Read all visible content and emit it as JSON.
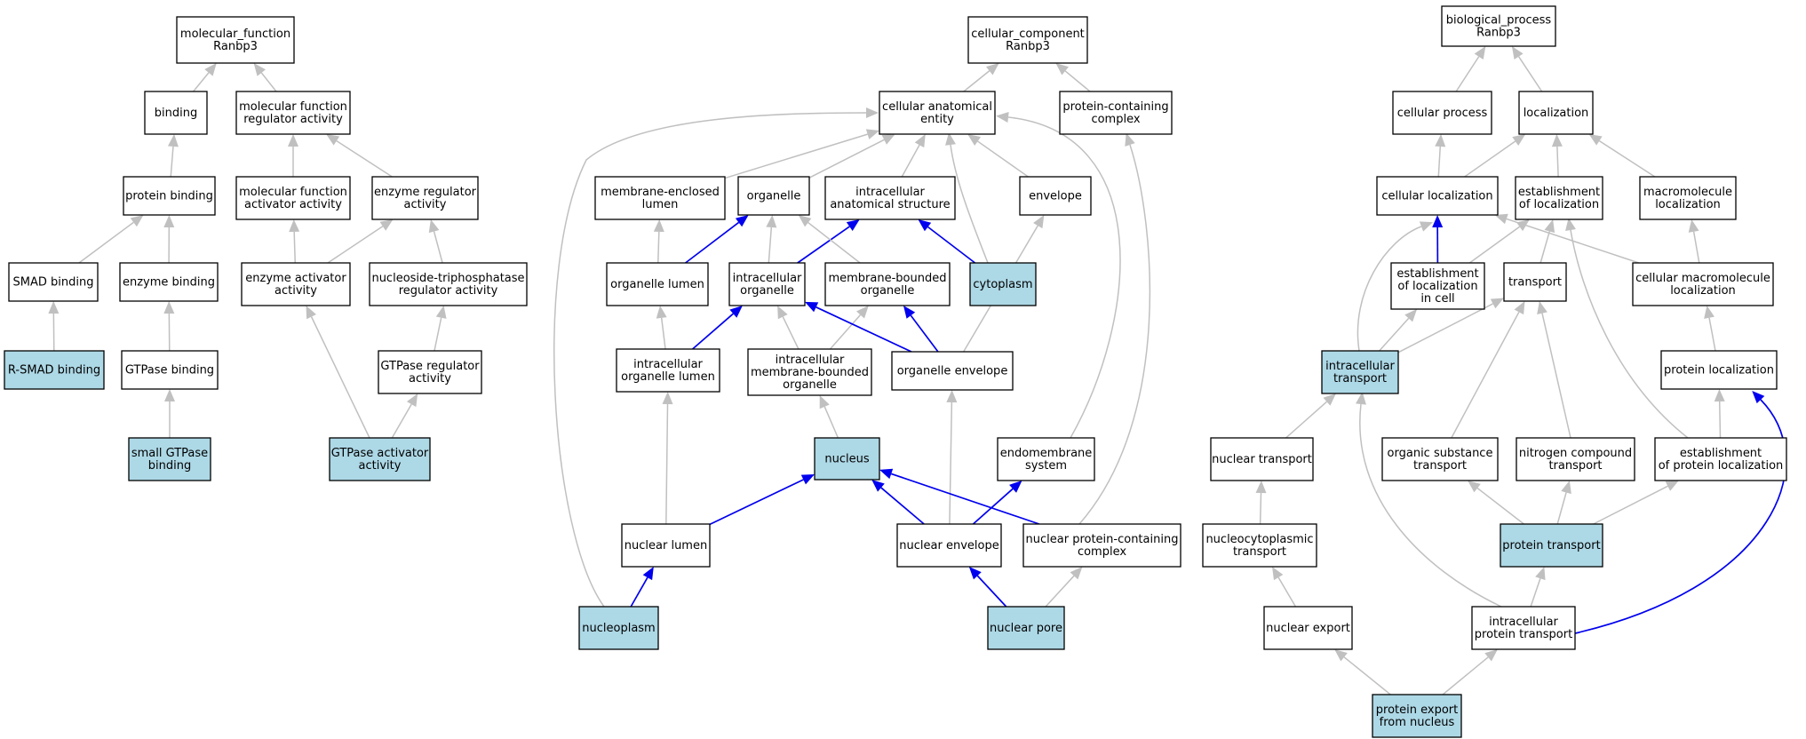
{
  "colors": {
    "highlight_fill": "#add8e6",
    "normal_fill": "#ffffff",
    "border": "#000000",
    "edge_grey": "#c0c0c0",
    "edge_blue": "#0000ee"
  },
  "nodes": [
    {
      "id": "mf_root",
      "lines": [
        "molecular_function",
        "Ranbp3"
      ],
      "highlight": false
    },
    {
      "id": "binding",
      "lines": [
        "binding"
      ],
      "highlight": false
    },
    {
      "id": "mf_reg",
      "lines": [
        "molecular function",
        "regulator activity"
      ],
      "highlight": false
    },
    {
      "id": "protein_binding",
      "lines": [
        "protein binding"
      ],
      "highlight": false
    },
    {
      "id": "mf_act",
      "lines": [
        "molecular function",
        "activator activity"
      ],
      "highlight": false
    },
    {
      "id": "enzyme_reg",
      "lines": [
        "enzyme regulator",
        "activity"
      ],
      "highlight": false
    },
    {
      "id": "smad_binding",
      "lines": [
        "SMAD binding"
      ],
      "highlight": false
    },
    {
      "id": "enzyme_binding",
      "lines": [
        "enzyme binding"
      ],
      "highlight": false
    },
    {
      "id": "enzyme_act",
      "lines": [
        "enzyme activator",
        "activity"
      ],
      "highlight": false
    },
    {
      "id": "ntpase_reg",
      "lines": [
        "nucleoside-triphosphatase",
        "regulator activity"
      ],
      "highlight": false
    },
    {
      "id": "rsmad",
      "lines": [
        "R-SMAD binding"
      ],
      "highlight": true
    },
    {
      "id": "gtpase_binding",
      "lines": [
        "GTPase binding"
      ],
      "highlight": false
    },
    {
      "id": "gtpase_reg",
      "lines": [
        "GTPase regulator",
        "activity"
      ],
      "highlight": false
    },
    {
      "id": "small_gtpase",
      "lines": [
        "small GTPase",
        "binding"
      ],
      "highlight": true
    },
    {
      "id": "gtpase_act",
      "lines": [
        "GTPase activator",
        "activity"
      ],
      "highlight": true
    },
    {
      "id": "cc_root",
      "lines": [
        "cellular_component",
        "Ranbp3"
      ],
      "highlight": false
    },
    {
      "id": "cae",
      "lines": [
        "cellular anatomical",
        "entity"
      ],
      "highlight": false
    },
    {
      "id": "pcc",
      "lines": [
        "protein-containing",
        "complex"
      ],
      "highlight": false
    },
    {
      "id": "mel",
      "lines": [
        "membrane-enclosed",
        "lumen"
      ],
      "highlight": false
    },
    {
      "id": "organelle",
      "lines": [
        "organelle"
      ],
      "highlight": false
    },
    {
      "id": "ias",
      "lines": [
        "intracellular",
        "anatomical structure"
      ],
      "highlight": false
    },
    {
      "id": "envelope",
      "lines": [
        "envelope"
      ],
      "highlight": false
    },
    {
      "id": "org_lumen",
      "lines": [
        "organelle lumen"
      ],
      "highlight": false
    },
    {
      "id": "ic_org",
      "lines": [
        "intracellular",
        "organelle"
      ],
      "highlight": false
    },
    {
      "id": "mbo",
      "lines": [
        "membrane-bounded",
        "organelle"
      ],
      "highlight": false
    },
    {
      "id": "cytoplasm",
      "lines": [
        "cytoplasm"
      ],
      "highlight": true
    },
    {
      "id": "ic_org_lumen",
      "lines": [
        "intracellular",
        "organelle lumen"
      ],
      "highlight": false
    },
    {
      "id": "imbo",
      "lines": [
        "intracellular",
        "membrane-bounded",
        "organelle"
      ],
      "highlight": false
    },
    {
      "id": "org_env",
      "lines": [
        "organelle envelope"
      ],
      "highlight": false
    },
    {
      "id": "nucleus",
      "lines": [
        "nucleus"
      ],
      "highlight": true
    },
    {
      "id": "endomem",
      "lines": [
        "endomembrane",
        "system"
      ],
      "highlight": false
    },
    {
      "id": "nuc_lumen",
      "lines": [
        "nuclear lumen"
      ],
      "highlight": false
    },
    {
      "id": "nuc_env",
      "lines": [
        "nuclear envelope"
      ],
      "highlight": false
    },
    {
      "id": "npcc",
      "lines": [
        "nuclear protein-containing",
        "complex"
      ],
      "highlight": false
    },
    {
      "id": "nucleoplasm",
      "lines": [
        "nucleoplasm"
      ],
      "highlight": true
    },
    {
      "id": "nuc_pore",
      "lines": [
        "nuclear pore"
      ],
      "highlight": true
    },
    {
      "id": "bp_root",
      "lines": [
        "biological_process",
        "Ranbp3"
      ],
      "highlight": false
    },
    {
      "id": "cell_proc",
      "lines": [
        "cellular process"
      ],
      "highlight": false
    },
    {
      "id": "localization",
      "lines": [
        "localization"
      ],
      "highlight": false
    },
    {
      "id": "cell_loc",
      "lines": [
        "cellular localization"
      ],
      "highlight": false
    },
    {
      "id": "est_loc",
      "lines": [
        "establishment",
        "of localization"
      ],
      "highlight": false
    },
    {
      "id": "macro_loc",
      "lines": [
        "macromolecule",
        "localization"
      ],
      "highlight": false
    },
    {
      "id": "est_loc_cell",
      "lines": [
        "establishment",
        "of localization",
        "in cell"
      ],
      "highlight": false
    },
    {
      "id": "transport",
      "lines": [
        "transport"
      ],
      "highlight": false
    },
    {
      "id": "cmacro_loc",
      "lines": [
        "cellular macromolecule",
        "localization"
      ],
      "highlight": false
    },
    {
      "id": "ic_transport",
      "lines": [
        "intracellular",
        "transport"
      ],
      "highlight": true
    },
    {
      "id": "prot_loc",
      "lines": [
        "protein localization"
      ],
      "highlight": false
    },
    {
      "id": "nuc_transport",
      "lines": [
        "nuclear transport"
      ],
      "highlight": false
    },
    {
      "id": "org_sub",
      "lines": [
        "organic substance",
        "transport"
      ],
      "highlight": false
    },
    {
      "id": "nitro",
      "lines": [
        "nitrogen compound",
        "transport"
      ],
      "highlight": false
    },
    {
      "id": "est_prot_loc",
      "lines": [
        "establishment",
        "of protein localization"
      ],
      "highlight": false
    },
    {
      "id": "nucleocyto",
      "lines": [
        "nucleocytoplasmic",
        "transport"
      ],
      "highlight": false
    },
    {
      "id": "prot_transport",
      "lines": [
        "protein transport"
      ],
      "highlight": true
    },
    {
      "id": "nuc_export",
      "lines": [
        "nuclear export"
      ],
      "highlight": false
    },
    {
      "id": "ic_prot_transport",
      "lines": [
        "intracellular",
        "protein transport"
      ],
      "highlight": false
    },
    {
      "id": "prot_export",
      "lines": [
        "protein export",
        "from nucleus"
      ],
      "highlight": true
    }
  ],
  "edges": [
    {
      "from": "binding",
      "to": "mf_root",
      "blue": false
    },
    {
      "from": "mf_reg",
      "to": "mf_root",
      "blue": false
    },
    {
      "from": "protein_binding",
      "to": "binding",
      "blue": false
    },
    {
      "from": "mf_act",
      "to": "mf_reg",
      "blue": false
    },
    {
      "from": "enzyme_reg",
      "to": "mf_reg",
      "blue": false
    },
    {
      "from": "smad_binding",
      "to": "protein_binding",
      "blue": false
    },
    {
      "from": "enzyme_binding",
      "to": "protein_binding",
      "blue": false
    },
    {
      "from": "enzyme_act",
      "to": "mf_act",
      "blue": false
    },
    {
      "from": "enzyme_act",
      "to": "enzyme_reg",
      "blue": false
    },
    {
      "from": "ntpase_reg",
      "to": "enzyme_reg",
      "blue": false
    },
    {
      "from": "rsmad",
      "to": "smad_binding",
      "blue": false
    },
    {
      "from": "gtpase_binding",
      "to": "enzyme_binding",
      "blue": false
    },
    {
      "from": "gtpase_reg",
      "to": "ntpase_reg",
      "blue": false
    },
    {
      "from": "small_gtpase",
      "to": "gtpase_binding",
      "blue": false
    },
    {
      "from": "gtpase_act",
      "to": "enzyme_act",
      "blue": false
    },
    {
      "from": "gtpase_act",
      "to": "gtpase_reg",
      "blue": false
    },
    {
      "from": "cae",
      "to": "cc_root",
      "blue": false
    },
    {
      "from": "pcc",
      "to": "cc_root",
      "blue": false
    },
    {
      "from": "mel",
      "to": "cae",
      "blue": false
    },
    {
      "from": "organelle",
      "to": "cae",
      "blue": false
    },
    {
      "from": "ias",
      "to": "cae",
      "blue": false
    },
    {
      "from": "envelope",
      "to": "cae",
      "blue": false
    },
    {
      "from": "cytoplasm",
      "to": "cae",
      "blue": false
    },
    {
      "from": "nucleoplasm",
      "to": "cae",
      "blue": false
    },
    {
      "from": "endomem",
      "to": "cae",
      "blue": false
    },
    {
      "from": "org_lumen",
      "to": "mel",
      "blue": false
    },
    {
      "from": "org_lumen",
      "to": "organelle",
      "blue": true
    },
    {
      "from": "ic_org",
      "to": "organelle",
      "blue": false
    },
    {
      "from": "ic_org",
      "to": "ias",
      "blue": true
    },
    {
      "from": "mbo",
      "to": "organelle",
      "blue": false
    },
    {
      "from": "cytoplasm",
      "to": "ias",
      "blue": true
    },
    {
      "from": "ic_org_lumen",
      "to": "org_lumen",
      "blue": false
    },
    {
      "from": "ic_org_lumen",
      "to": "ic_org",
      "blue": true
    },
    {
      "from": "imbo",
      "to": "ic_org",
      "blue": false
    },
    {
      "from": "imbo",
      "to": "mbo",
      "blue": false
    },
    {
      "from": "org_env",
      "to": "ic_org",
      "blue": true
    },
    {
      "from": "org_env",
      "to": "mbo",
      "blue": true
    },
    {
      "from": "org_env",
      "to": "envelope",
      "blue": false
    },
    {
      "from": "nucleus",
      "to": "imbo",
      "blue": false
    },
    {
      "from": "nuc_lumen",
      "to": "ic_org_lumen",
      "blue": false
    },
    {
      "from": "nuc_lumen",
      "to": "nucleus",
      "blue": true
    },
    {
      "from": "nuc_env",
      "to": "org_env",
      "blue": false
    },
    {
      "from": "nuc_env",
      "to": "nucleus",
      "blue": true
    },
    {
      "from": "nuc_env",
      "to": "endomem",
      "blue": true
    },
    {
      "from": "npcc",
      "to": "nucleus",
      "blue": true
    },
    {
      "from": "npcc",
      "to": "pcc",
      "blue": false
    },
    {
      "from": "nucleoplasm",
      "to": "nuc_lumen",
      "blue": true
    },
    {
      "from": "nuc_pore",
      "to": "nuc_env",
      "blue": true
    },
    {
      "from": "nuc_pore",
      "to": "npcc",
      "blue": false
    },
    {
      "from": "cell_proc",
      "to": "bp_root",
      "blue": false
    },
    {
      "from": "localization",
      "to": "bp_root",
      "blue": false
    },
    {
      "from": "cell_loc",
      "to": "cell_proc",
      "blue": false
    },
    {
      "from": "cell_loc",
      "to": "localization",
      "blue": false
    },
    {
      "from": "est_loc",
      "to": "localization",
      "blue": false
    },
    {
      "from": "macro_loc",
      "to": "localization",
      "blue": false
    },
    {
      "from": "est_loc_cell",
      "to": "cell_loc",
      "blue": true
    },
    {
      "from": "est_loc_cell",
      "to": "est_loc",
      "blue": false
    },
    {
      "from": "transport",
      "to": "est_loc",
      "blue": false
    },
    {
      "from": "cmacro_loc",
      "to": "cell_loc",
      "blue": false
    },
    {
      "from": "cmacro_loc",
      "to": "macro_loc",
      "blue": false
    },
    {
      "from": "ic_transport",
      "to": "cell_loc",
      "blue": false
    },
    {
      "from": "ic_transport",
      "to": "est_loc_cell",
      "blue": false
    },
    {
      "from": "ic_transport",
      "to": "transport",
      "blue": false
    },
    {
      "from": "prot_loc",
      "to": "cmacro_loc",
      "blue": false
    },
    {
      "from": "nuc_transport",
      "to": "ic_transport",
      "blue": false
    },
    {
      "from": "org_sub",
      "to": "transport",
      "blue": false
    },
    {
      "from": "nitro",
      "to": "transport",
      "blue": false
    },
    {
      "from": "est_prot_loc",
      "to": "est_loc",
      "blue": false
    },
    {
      "from": "est_prot_loc",
      "to": "prot_loc",
      "blue": false
    },
    {
      "from": "nucleocyto",
      "to": "nuc_transport",
      "blue": false
    },
    {
      "from": "prot_transport",
      "to": "org_sub",
      "blue": false
    },
    {
      "from": "prot_transport",
      "to": "nitro",
      "blue": false
    },
    {
      "from": "prot_transport",
      "to": "est_prot_loc",
      "blue": false
    },
    {
      "from": "nuc_export",
      "to": "nucleocyto",
      "blue": false
    },
    {
      "from": "ic_prot_transport",
      "to": "prot_transport",
      "blue": false
    },
    {
      "from": "ic_prot_transport",
      "to": "ic_transport",
      "blue": false
    },
    {
      "from": "ic_prot_transport",
      "to": "prot_loc",
      "blue": true
    },
    {
      "from": "prot_export",
      "to": "nuc_export",
      "blue": false
    },
    {
      "from": "prot_export",
      "to": "ic_prot_transport",
      "blue": false
    }
  ]
}
